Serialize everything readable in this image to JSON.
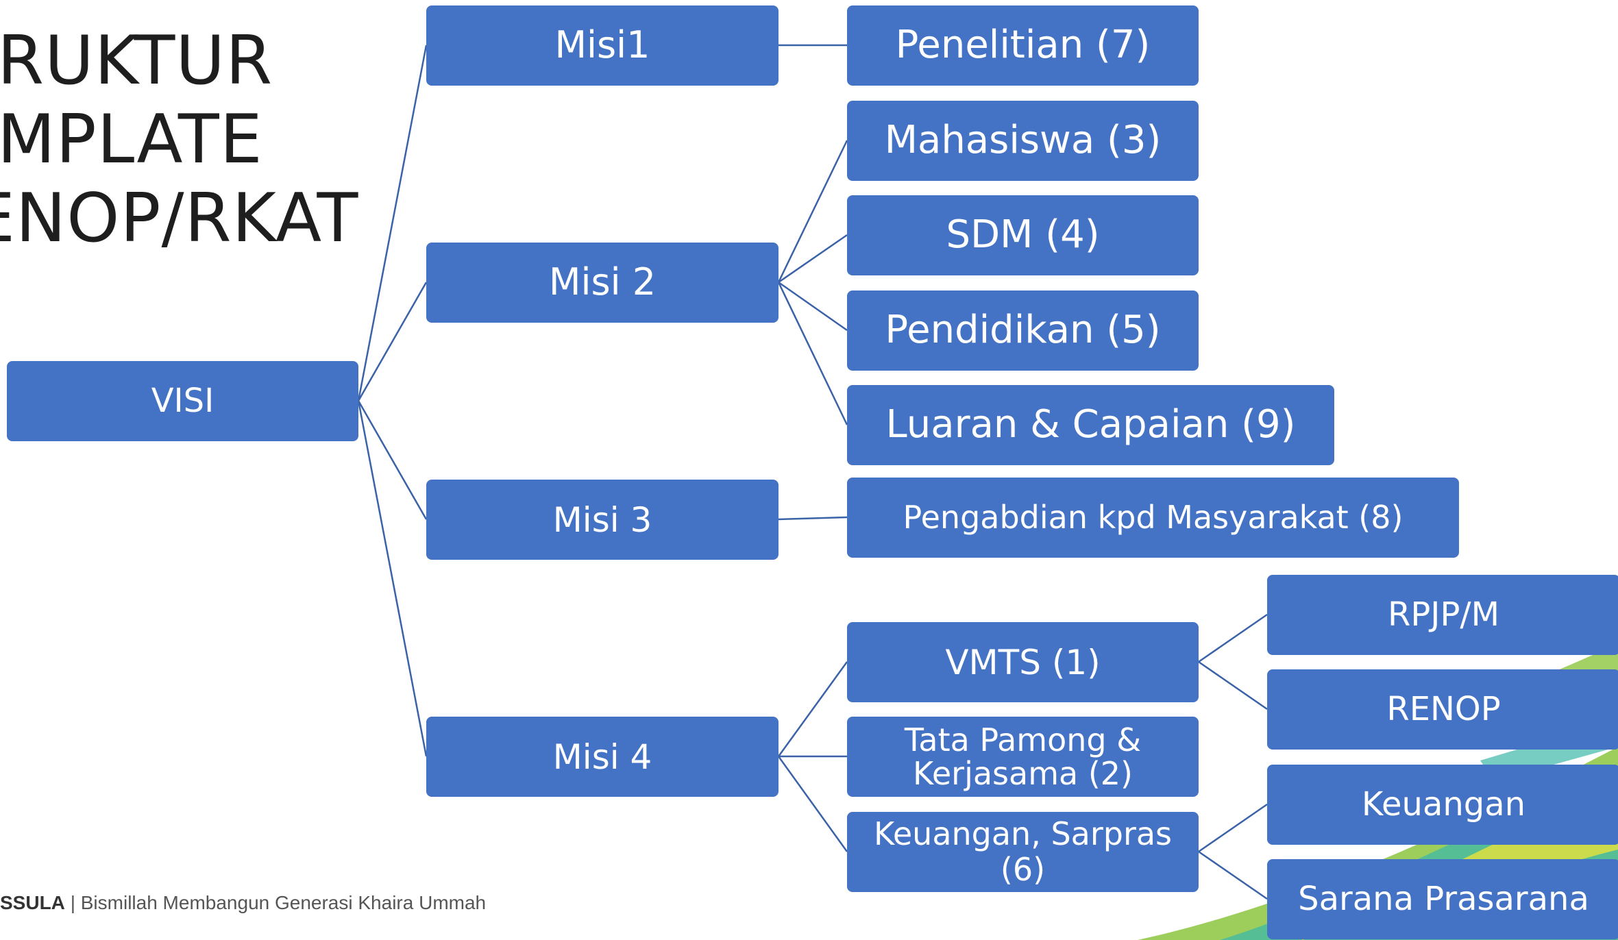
{
  "slide": {
    "title_lines": [
      "RUKTUR",
      "MPLATE",
      "ENOP/RKAT"
    ],
    "footer_brand": "SSULA",
    "footer_separator": "|",
    "footer_tagline": "Bismillah Membangun Generasi Khaira Ummah"
  },
  "diagram": {
    "root": "VISI",
    "misi": [
      "Misi1",
      "Misi 2",
      "Misi 3",
      "Misi 4"
    ],
    "misi1_children": [
      "Penelitian (7)"
    ],
    "misi2_children": [
      "Mahasiswa (3)",
      "SDM (4)",
      "Pendidikan (5)",
      "Luaran & Capaian (9)"
    ],
    "misi3_children": [
      "Pengabdian kpd Masyarakat (8)"
    ],
    "misi4_children": {
      "vmts": "VMTS (1)",
      "tata_pamong_line1": "Tata Pamong &",
      "tata_pamong_line2": "Kerjasama (2)",
      "keuangan_sarpras": "Keuangan, Sarpras (6)"
    },
    "vmts_children": [
      "RPJP/M",
      "RENOP"
    ],
    "keuangan_sarpras_children": [
      "Keuangan",
      "Sarana Prasarana"
    ]
  },
  "colors": {
    "node_fill": "#4472c4",
    "node_text": "#ffffff",
    "connector": "#3a62a8",
    "accent_green": "#8cc63f",
    "accent_teal": "#3fb8a8",
    "accent_yellow": "#e8e23a"
  }
}
